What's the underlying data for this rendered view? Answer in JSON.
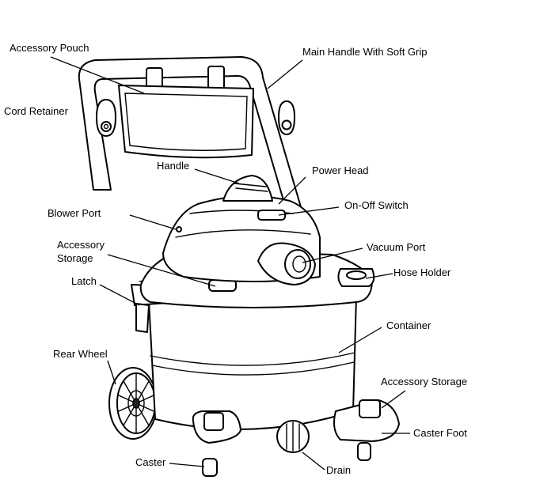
{
  "labels": {
    "accessory_pouch": "Accessory Pouch",
    "main_handle": "Main Handle With Soft Grip",
    "cord_retainer": "Cord Retainer",
    "handle": "Handle",
    "power_head": "Power Head",
    "on_off_switch": "On-Off Switch",
    "blower_port": "Blower Port",
    "vacuum_port": "Vacuum Port",
    "accessory_storage_line1": "Accessory",
    "accessory_storage_line2": "Storage",
    "hose_holder": "Hose Holder",
    "latch": "Latch",
    "container": "Container",
    "rear_wheel": "Rear Wheel",
    "accessory_storage_right": "Accessory Storage",
    "caster_foot": "Caster Foot",
    "caster": "Caster",
    "drain": "Drain"
  }
}
